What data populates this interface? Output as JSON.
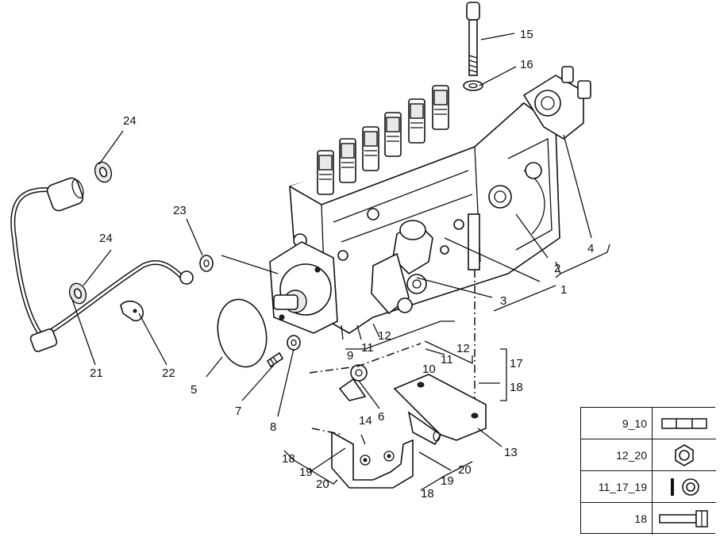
{
  "callouts": {
    "c1": "1",
    "c2": "2",
    "c3": "3",
    "c4": "4",
    "c5": "5",
    "c6": "6",
    "c7": "7",
    "c8": "8",
    "c9": "9",
    "c10": "10",
    "c11a": "11",
    "c11b": "11",
    "c12a": "12",
    "c12b": "12",
    "c13": "13",
    "c14": "14",
    "c15": "15",
    "c16": "16",
    "c17": "17",
    "c18a": "18",
    "c18b": "18",
    "c18c": "18",
    "c19a": "19",
    "c19b": "19",
    "c20a": "20",
    "c20b": "20",
    "c21": "21",
    "c22": "22",
    "c23": "23",
    "c24a": "24",
    "c24b": "24"
  },
  "legend": [
    {
      "code": "9_10",
      "icon": "pin-icon"
    },
    {
      "code": "12_20",
      "icon": "hex-nut-icon"
    },
    {
      "code": "11_17_19",
      "icon": "washer-icon"
    },
    {
      "code": "18",
      "icon": "bolt-icon"
    }
  ]
}
